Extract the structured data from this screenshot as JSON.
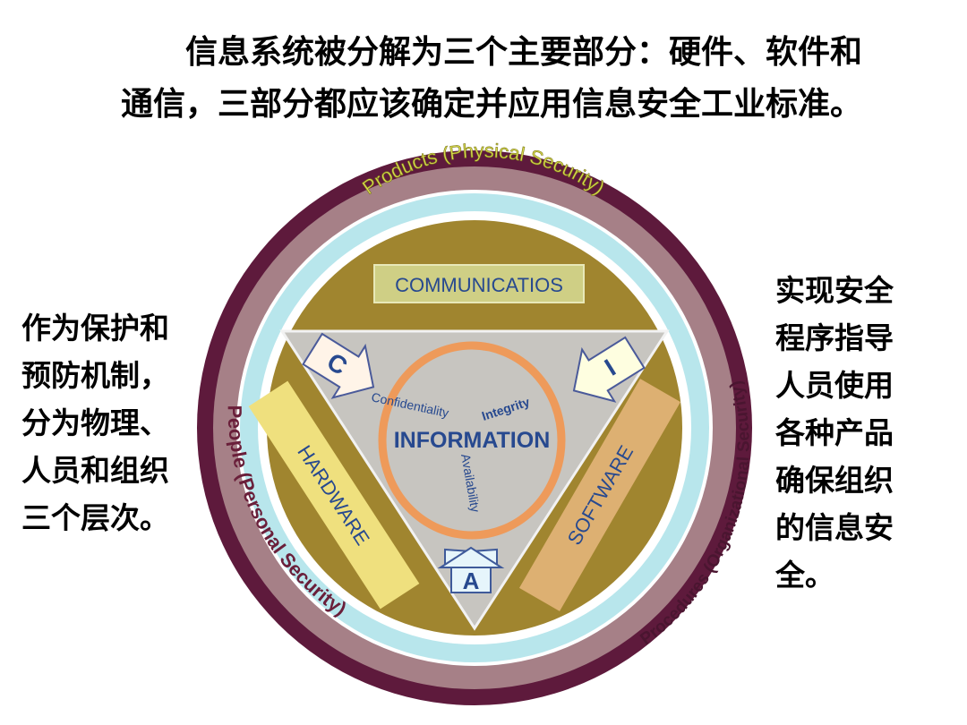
{
  "title": {
    "line1": "信息系统被分解为三个主要部分：硬件、软件和",
    "line2": "通信，三部分都应该确定并应用信息安全工业标准。"
  },
  "left_text": [
    "作为保护和",
    "预防机制，",
    "分为物理、",
    "人员和组织",
    "三个层次。"
  ],
  "right_text": [
    "实现安全",
    "程序指导",
    "人员使用",
    "各种产品",
    "确保组织",
    "的信息安",
    "全。"
  ],
  "diagram": {
    "ring_products": "Products (Physical Security)",
    "ring_people": "People (Personal Security)",
    "ring_procedures": "Procedures (Organizational Security)",
    "communications": "COMMUNICATIOS",
    "hardware": "HARDWARE",
    "software": "SOFTWARE",
    "information": "INFORMATION",
    "confidentiality": "Confidentiality",
    "integrity": "Integrity",
    "availability": "Availability",
    "arrow_c": "C",
    "arrow_i": "I",
    "arrow_a": "A"
  },
  "colors": {
    "outer_ring": "#5e1a3c",
    "mauve_ring": "#a68087",
    "cyan_ring": "#b8e6ec",
    "gold_disc": "#a0852f",
    "triangle": "#c7c5c0",
    "orange_ring": "#ee9a5a",
    "blue_text": "#27498f",
    "hardware_bar": "#efe07e",
    "software_bar": "#ddb072",
    "comm_box": "#cfcf85"
  }
}
